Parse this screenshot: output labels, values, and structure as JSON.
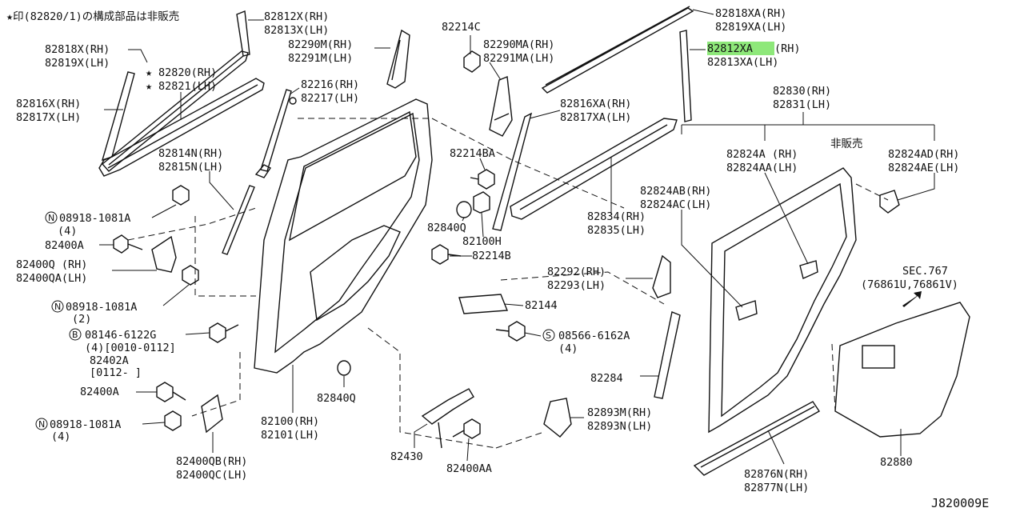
{
  "note": "★印(82820/1)の構成部品は非販売",
  "figure_id": "J820009E",
  "sec_ref": {
    "line1": "SEC.767",
    "line2": "(76861U,76861V)"
  },
  "labels": {
    "l_82812x": "82812X(RH)",
    "l_82813x": "82813X(LH)",
    "l_82818x": "82818X(RH)",
    "l_82819x": "82819X(LH)",
    "l_82820": "82820(RH)",
    "l_82821": "82821(LH)",
    "l_82816x": "82816X(RH)",
    "l_82817x": "82817X(LH)",
    "l_82290m": "82290M(RH)",
    "l_82291m": "82291M(LH)",
    "l_82216": "82216(RH)",
    "l_82217": "82217(LH)",
    "l_82214c": "82214C",
    "l_82290ma": "82290MA(RH)",
    "l_82291ma": "82291MA(LH)",
    "l_82818xa": "82818XA(RH)",
    "l_82819xa": "82819XA(LH)",
    "l_82812xa": "82812XA",
    "l_82812xa_rh": "(RH)",
    "l_82813xa": "82813XA(LH)",
    "l_82830": "82830(RH)",
    "l_82831": "82831(LH)",
    "l_hihanbai": "非販売",
    "l_82816xa": "82816XA(RH)",
    "l_82817xa": "82817XA(LH)",
    "l_82814n": "82814N(RH)",
    "l_82815n": "82815N(LH)",
    "l_82214ba": "82214BA",
    "l_82824a": "82824A (RH)",
    "l_82824aa": "82824AA(LH)",
    "l_82824ad": "82824AD(RH)",
    "l_82824ae": "82824AE(LH)",
    "l_82824ab": "82824AB(RH)",
    "l_82824ac": "82824AC(LH)",
    "l_08918_a": "08918-1081A",
    "l_08918_a_q": "(4)",
    "l_82834": "82834(RH)",
    "l_82835": "82835(LH)",
    "l_82400a_1": "82400A",
    "l_82840q_1": "82840Q",
    "l_82100h": "82100H",
    "l_82214b": "82214B",
    "l_82400q": "82400Q (RH)",
    "l_82400qa": "82400QA(LH)",
    "l_82292": "82292(RH)",
    "l_82293": "82293(LH)",
    "l_08918_b": "08918-1081A",
    "l_08918_b_q": "(2)",
    "l_82144": "82144",
    "l_08146": "08146-6122G",
    "l_08146_q": "(4)[0010-0112]",
    "l_82402a": "82402A",
    "l_82402a_r": "[0112-    ]",
    "l_08566": "08566-6162A",
    "l_08566_q": "(4)",
    "l_82284": "82284",
    "l_82400a_2": "82400A",
    "l_82840q_2": "82840Q",
    "l_82893m": "82893M(RH)",
    "l_82893n": "82893N(LH)",
    "l_08918_c": "08918-1081A",
    "l_08918_c_q": "(4)",
    "l_82100": "82100(RH)",
    "l_82101": "82101(LH)",
    "l_82430": "82430",
    "l_82400aa": "82400AA",
    "l_82400qb": "82400QB(RH)",
    "l_82400qc": "82400QC(LH)",
    "l_82876n": "82876N(RH)",
    "l_82877n": "82877N(LH)",
    "l_82880": "82880"
  },
  "circle_symbols": {
    "n": "N",
    "b": "B",
    "s": "S"
  },
  "highlight_color": "#8ee87a"
}
